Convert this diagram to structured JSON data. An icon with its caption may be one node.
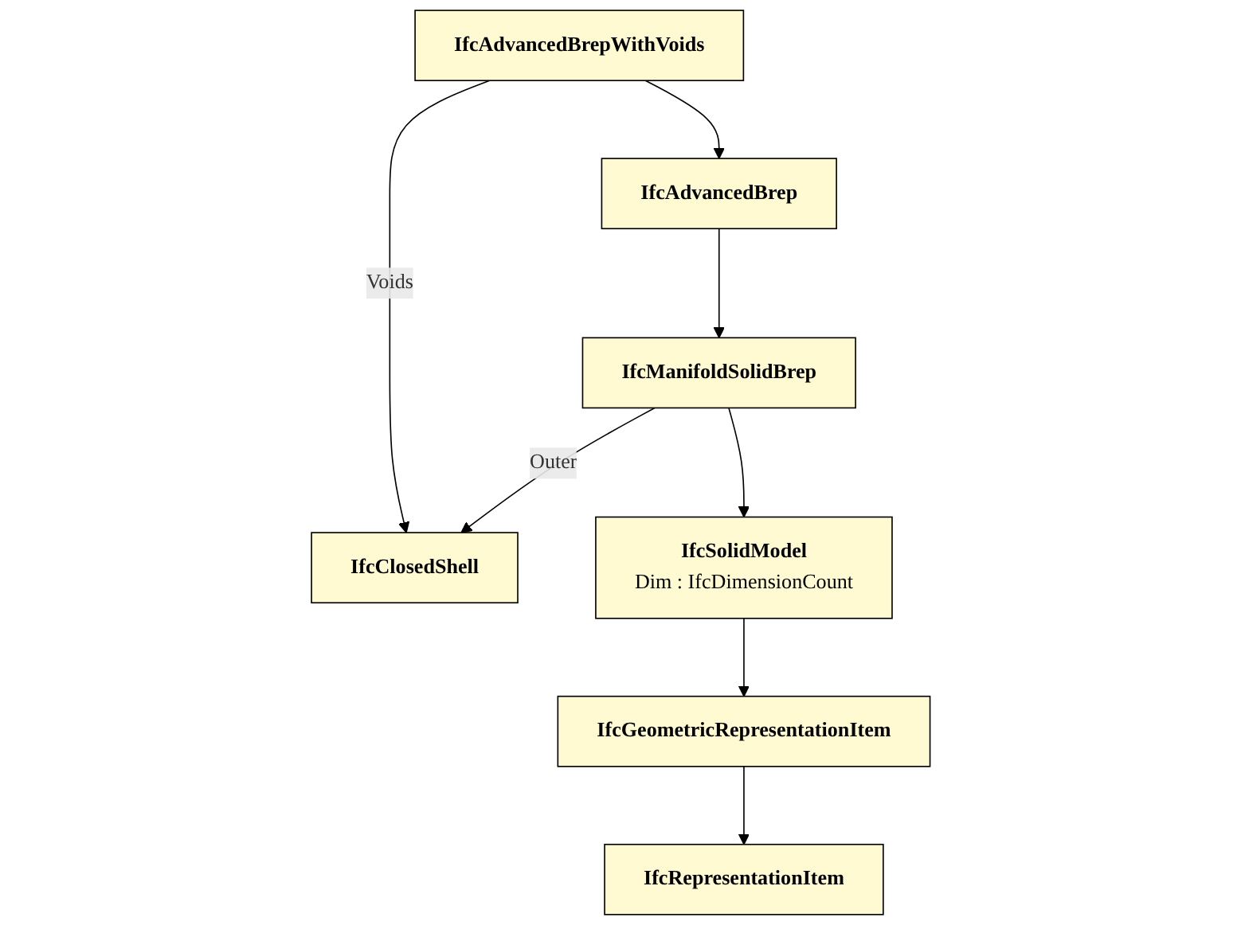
{
  "diagram": {
    "nodes": [
      {
        "text": [
          "IfcAdvancedBrepWithVoids"
        ]
      },
      {
        "text": [
          "IfcClosedShell"
        ]
      },
      {
        "text": [
          "IfcManifoldSolidBrep"
        ]
      },
      {
        "text": [
          "IfcAdvancedBrep"
        ]
      },
      {
        "text": [
          "IfcSolidModel",
          "Dim : IfcDimensionCount"
        ]
      },
      {
        "text": [
          "IfcGeometricRepresentationItem"
        ]
      },
      {
        "text": [
          "IfcRepresentationItem"
        ]
      }
    ],
    "edges": [
      {
        "from": 0,
        "to": 1,
        "arrow": "to",
        "label": "Voids"
      },
      {
        "from": 2,
        "to": 1,
        "arrow": "to",
        "label": "Outer"
      },
      {
        "from": 0,
        "to": 3,
        "arrow": "to"
      },
      {
        "from": 3,
        "to": 2,
        "arrow": "to"
      },
      {
        "from": 2,
        "to": 4,
        "arrow": "to"
      },
      {
        "from": 4,
        "to": 5,
        "arrow": "to"
      },
      {
        "from": 5,
        "to": 6,
        "arrow": "to"
      }
    ]
  }
}
